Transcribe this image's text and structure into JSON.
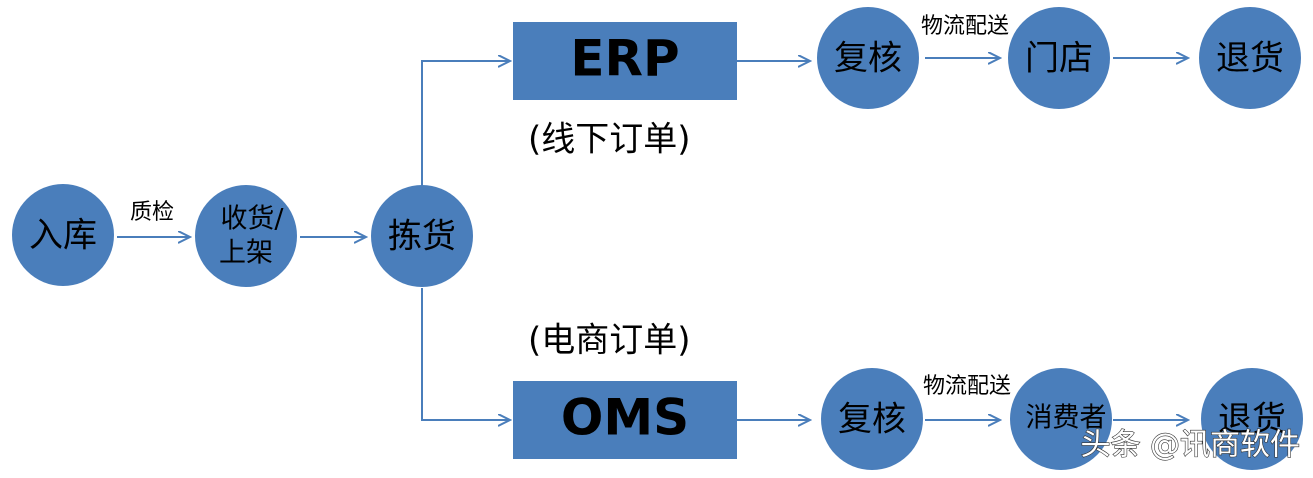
{
  "nodes": {
    "inbound": "入库",
    "receive_shelve_line1": "收货/",
    "receive_shelve_line2": "上架",
    "picking": "拣货",
    "erp": "ERP",
    "oms": "OMS",
    "recheck_erp": "复核",
    "store": "门店",
    "return_erp": "退货",
    "recheck_oms": "复核",
    "consumer": "消费者",
    "return_oms": "退货"
  },
  "edge_labels": {
    "quality_check": "质检",
    "logistics_erp": "物流配送",
    "logistics_oms": "物流配送"
  },
  "group_labels": {
    "offline_order": "(线下订单)",
    "ecommerce_order": "(电商订单)"
  },
  "watermark": "头条 @讯商软件",
  "colors": {
    "node_fill": "#4a7ebb",
    "connector": "#4a7ebb",
    "text": "#000000"
  }
}
